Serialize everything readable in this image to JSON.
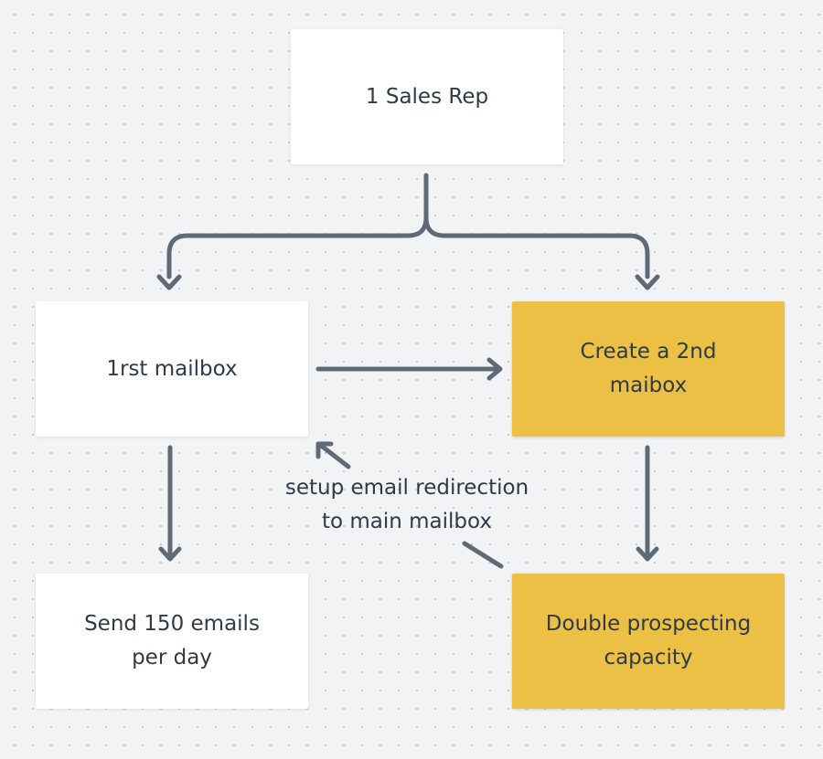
{
  "diagram": {
    "nodes": {
      "sales_rep": {
        "label": "1 Sales Rep"
      },
      "mailbox_1": {
        "label": "1rst mailbox"
      },
      "mailbox_2": {
        "label": "Create a 2nd\nmaibox"
      },
      "send_emails": {
        "label": "Send 150 emails\nper day"
      },
      "double_capacity": {
        "label": "Double prospecting\ncapacity"
      }
    },
    "edge_labels": {
      "redirection": "setup email redirection\nto main mailbox"
    },
    "colors": {
      "canvas": "#f2f3f5",
      "white_node": "#ffffff",
      "highlight_node": "#ebc044",
      "connector": "#5e6a78",
      "text": "#2f3a48"
    }
  }
}
